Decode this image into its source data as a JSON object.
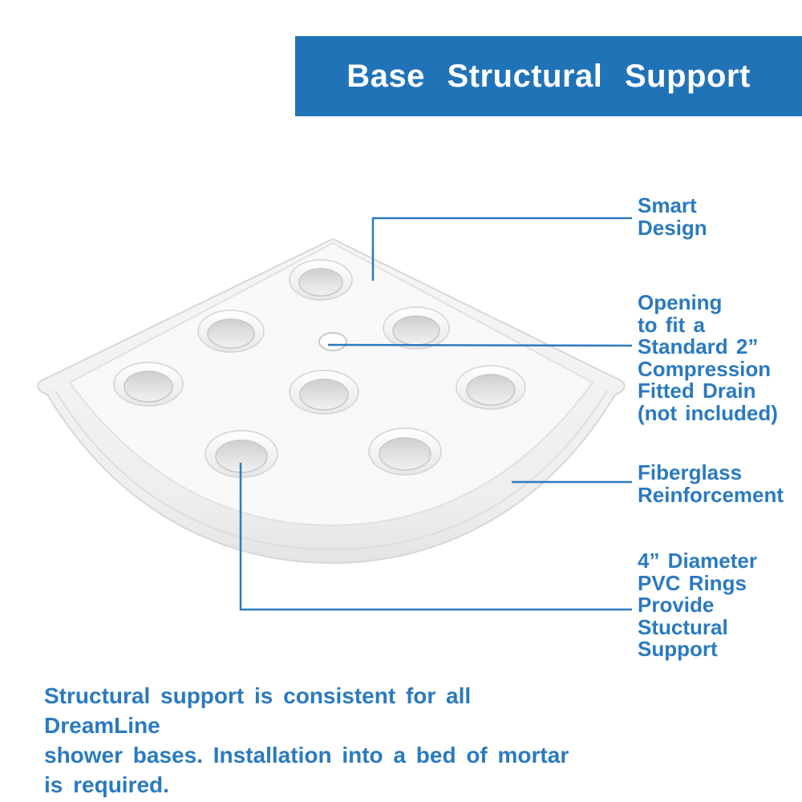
{
  "header": {
    "title": "Base Structural Support"
  },
  "callouts": [
    {
      "id": "smart-design",
      "label": "Smart\nDesign"
    },
    {
      "id": "drain-opening",
      "label": "Opening\nto fit a\nStandard 2”\nCompression\nFitted Drain\n(not included)"
    },
    {
      "id": "fiberglass",
      "label": "Fiberglass\nReinforcement"
    },
    {
      "id": "pvc-rings",
      "label": "4” Diameter\nPVC Rings\nProvide\nStuctural\nSupport"
    }
  ],
  "footer": {
    "text": "Structural support is consistent for all DreamLine\nshower bases. Installation into a bed of mortar\nis required."
  },
  "illustration": {
    "description": "corner quarter-round shower base seen from above",
    "ring_count": 8
  },
  "colors": {
    "banner_blue": "#2173b8",
    "text_blue": "#2a7abf",
    "base_fill": "#f4f4f4"
  }
}
